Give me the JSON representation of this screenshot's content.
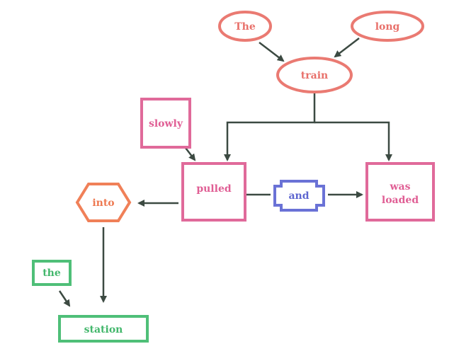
{
  "diagram": {
    "nodes": {
      "the_upper": "The",
      "long": "long",
      "train": "train",
      "slowly": "slowly",
      "pulled": "pulled",
      "and": "and",
      "was_loaded_line1": "was",
      "was_loaded_line2": "loaded",
      "into": "into",
      "the_lower": "the",
      "station": "station"
    },
    "colors": {
      "ellipse_stroke": "#ea7a72",
      "ellipse_text": "#e8706a",
      "pink_stroke": "#e06a9a",
      "pink_text": "#e05e94",
      "blue_stroke": "#6a72d6",
      "blue_text": "#5e66d0",
      "orange_stroke": "#f08058",
      "orange_text": "#ee7a52",
      "green_stroke": "#4fbf78",
      "green_text": "#43b76c",
      "arrow": "#3c4a42"
    }
  }
}
